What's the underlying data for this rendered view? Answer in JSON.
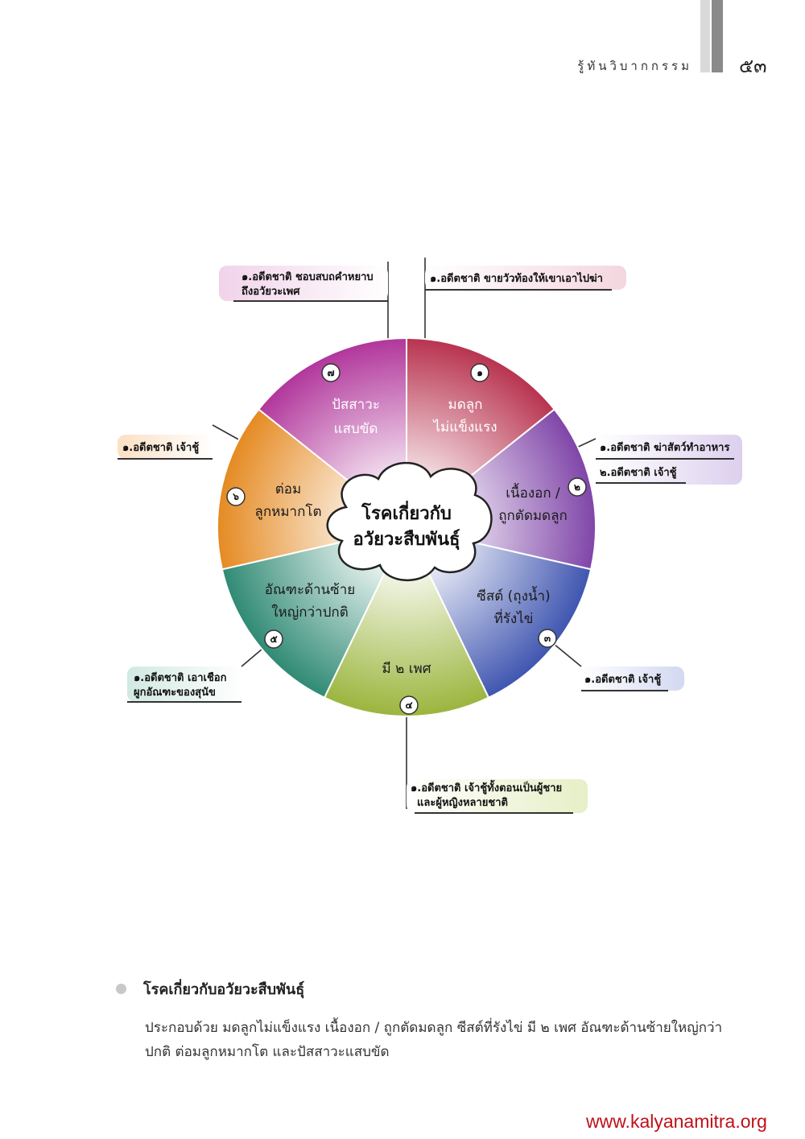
{
  "header": {
    "book_title": "รู้ทันวิบากกรรม",
    "page_number": "๕๓"
  },
  "diagram": {
    "center_label": [
      "โรคเกี่ยวกับ",
      "อวัยวะสืบพันธุ์"
    ],
    "segments": [
      {
        "number": "๑",
        "label": [
          "มดลูก",
          "ไม่แข็งแรง"
        ],
        "color": "#b8334f"
      },
      {
        "number": "๒",
        "label": [
          "เนื้องอก /",
          "ถูกตัดมดลูก"
        ],
        "color": "#7f45a8"
      },
      {
        "number": "๓",
        "label": [
          "ซีสต์ (ถุงน้ำ)",
          "ที่รังไข่"
        ],
        "color": "#3f55b0"
      },
      {
        "number": "๔",
        "label": [
          "มี ๒ เพศ"
        ],
        "color": "#9bb53d"
      },
      {
        "number": "๕",
        "label": [
          "อัณฑะด้านซ้าย",
          "ใหญ่กว่าปกติ"
        ],
        "color": "#2f8a74"
      },
      {
        "number": "๖",
        "label": [
          "ต่อม",
          "ลูกหมากโต"
        ],
        "color": "#e58a22"
      },
      {
        "number": "๗",
        "label": [
          "ปัสสาวะ",
          "แสบขัด"
        ],
        "color": "#b1369b"
      }
    ],
    "notes": {
      "n1": [
        "๑.อดีตชาติ ขายวัวท้องให้เขาเอาไปฆ่า"
      ],
      "n2a": [
        "๑.อดีตชาติ ฆ่าสัตว์ทำอาหาร"
      ],
      "n2b": [
        "๒.อดีตชาติ เจ้าชู้"
      ],
      "n3": [
        "๑.อดีตชาติ เจ้าชู้"
      ],
      "n4": [
        "๑.อดีตชาติ เจ้าชู้ทั้งตอนเป็นผู้ชาย",
        "และผู้หญิงหลายชาติ"
      ],
      "n5": [
        "๑.อดีตชาติ เอาเชือก",
        "ผูกอัณฑะของสุนัข"
      ],
      "n6": [
        "๑.อดีตชาติ เจ้าชู้"
      ],
      "n7": [
        "๑.อดีตชาติ ชอบสบถคำหยาบ",
        "ถึงอวัยวะเพศ"
      ]
    }
  },
  "section": {
    "title": "โรคเกี่ยวกับอวัยวะสืบพันธุ์",
    "body": "ประกอบด้วย มดลูกไม่แข็งแรง เนื้องอก / ถูกตัดมดลูก ซีสต์ที่รังไข่  มี ๒ เพศ อัณฑะด้านซ้ายใหญ่กว่าปกติ ต่อมลูกหมากโต และปัสสาวะแสบขัด"
  },
  "footer": {
    "url": "www.kalyanamitra.org"
  }
}
